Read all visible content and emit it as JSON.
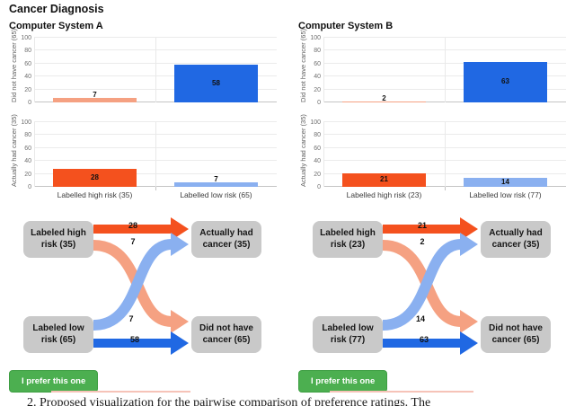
{
  "page": {
    "title": "Cancer Diagnosis",
    "caption": "2. Proposed visualization for the pairwise comparison of preference ratings. The"
  },
  "systems": {
    "a": {
      "title": "Computer System A",
      "prefer_button": "I prefer this one"
    },
    "b": {
      "title": "Computer System B",
      "prefer_button": "I prefer this one"
    }
  },
  "yticks": [
    "100",
    "80",
    "60",
    "40",
    "20",
    "0"
  ],
  "colors": {
    "strong_orange": "#f4511e",
    "salmon": "#f5a182",
    "strong_blue": "#2068e3",
    "light_blue": "#8ab0f0",
    "node_gray": "#c9c9c9",
    "button_green": "#4caf50"
  },
  "chart_data": [
    {
      "type": "bar",
      "system": "Computer System A",
      "ylabel": "Did not have cancer (65)",
      "categories": [
        "Labelled high risk (35)",
        "Labelled low risk (65)"
      ],
      "values": [
        7,
        58
      ],
      "bar_colors": [
        "#f5a182",
        "#2068e3"
      ],
      "ylim": [
        0,
        100
      ],
      "grid": true,
      "legend": "none"
    },
    {
      "type": "bar",
      "system": "Computer System A",
      "ylabel": "Actually had cancer (35)",
      "categories": [
        "Labelled high risk (35)",
        "Labelled low risk (65)"
      ],
      "values": [
        28,
        7
      ],
      "bar_colors": [
        "#f4511e",
        "#8ab0f0"
      ],
      "ylim": [
        0,
        100
      ],
      "grid": true,
      "legend": "none"
    },
    {
      "type": "bar",
      "system": "Computer System B",
      "ylabel": "Did not have cancer (65)",
      "categories": [
        "Labelled high risk (23)",
        "Labelled low risk (77)"
      ],
      "values": [
        2,
        63
      ],
      "bar_colors": [
        "#f5a182",
        "#2068e3"
      ],
      "ylim": [
        0,
        100
      ],
      "grid": true,
      "legend": "none"
    },
    {
      "type": "bar",
      "system": "Computer System B",
      "ylabel": "Actually had cancer (35)",
      "categories": [
        "Labelled high risk (23)",
        "Labelled low risk (77)"
      ],
      "values": [
        21,
        14
      ],
      "bar_colors": [
        "#f4511e",
        "#8ab0f0"
      ],
      "ylim": [
        0,
        100
      ],
      "grid": true,
      "legend": "none"
    },
    {
      "type": "sankey",
      "system": "Computer System A",
      "nodes": [
        "Labeled high risk (35)",
        "Labeled low risk (65)",
        "Actually had cancer (35)",
        "Did not have cancer (65)"
      ],
      "links": [
        {
          "source": "Labeled high risk (35)",
          "target": "Actually had cancer (35)",
          "value": 28,
          "color": "#f4511e"
        },
        {
          "source": "Labeled high risk (35)",
          "target": "Did not have cancer (65)",
          "value": 7,
          "color": "#f5a182"
        },
        {
          "source": "Labeled low risk (65)",
          "target": "Actually had cancer (35)",
          "value": 7,
          "color": "#8ab0f0"
        },
        {
          "source": "Labeled low risk (65)",
          "target": "Did not have cancer (65)",
          "value": 58,
          "color": "#2068e3"
        }
      ]
    },
    {
      "type": "sankey",
      "system": "Computer System B",
      "nodes": [
        "Labeled high risk (23)",
        "Labeled low risk (77)",
        "Actually had cancer (35)",
        "Did not have cancer (65)"
      ],
      "links": [
        {
          "source": "Labeled high risk (23)",
          "target": "Actually had cancer (35)",
          "value": 21,
          "color": "#f4511e"
        },
        {
          "source": "Labeled high risk (23)",
          "target": "Did not have cancer (65)",
          "value": 2,
          "color": "#f5a182"
        },
        {
          "source": "Labeled low risk (77)",
          "target": "Actually had cancer (35)",
          "value": 14,
          "color": "#8ab0f0"
        },
        {
          "source": "Labeled low risk (77)",
          "target": "Did not have cancer (65)",
          "value": 63,
          "color": "#2068e3"
        }
      ]
    }
  ]
}
